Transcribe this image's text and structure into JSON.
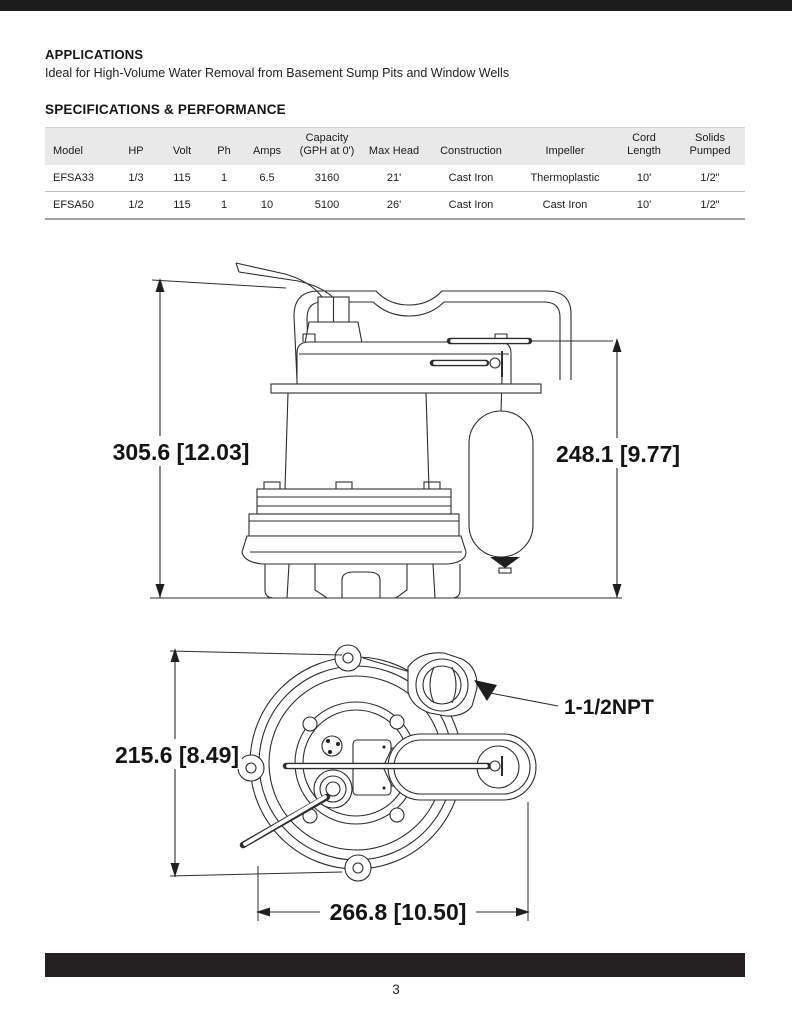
{
  "applications": {
    "heading": "APPLICATIONS",
    "body": "Ideal for High-Volume Water Removal from Basement Sump Pits and Window Wells"
  },
  "specifications": {
    "heading": "SPECIFICATIONS & PERFORMANCE"
  },
  "spec_table": {
    "columns": [
      "Model",
      "HP",
      "Volt",
      "Ph",
      "Amps",
      "Capacity (GPH at 0')",
      "Max Head",
      "Construction",
      "Impeller",
      "Cord Length",
      "Solids Pumped"
    ],
    "rows": [
      [
        "EFSA33",
        "1/3",
        "115",
        "1",
        "6.5",
        "3160",
        "21'",
        "Cast Iron",
        "Thermoplastic",
        "10'",
        "1/2\""
      ],
      [
        "EFSA50",
        "1/2",
        "115",
        "1",
        "10",
        "5100",
        "26'",
        "Cast Iron",
        "Cast Iron",
        "10'",
        "1/2\""
      ]
    ]
  },
  "drawings": {
    "side_view": {
      "dim_overall": "305.6 [12.03]",
      "dim_float": "248.1 [9.77]"
    },
    "top_view": {
      "dim_height": "215.6 [8.49]",
      "dim_width": "266.8 [10.50]",
      "discharge_label": "1-1/2NPT"
    }
  },
  "footer": {
    "page_number": "3"
  },
  "colors": {
    "footer_bar": "#242021",
    "table_header_bg": "#e9e9e9"
  }
}
